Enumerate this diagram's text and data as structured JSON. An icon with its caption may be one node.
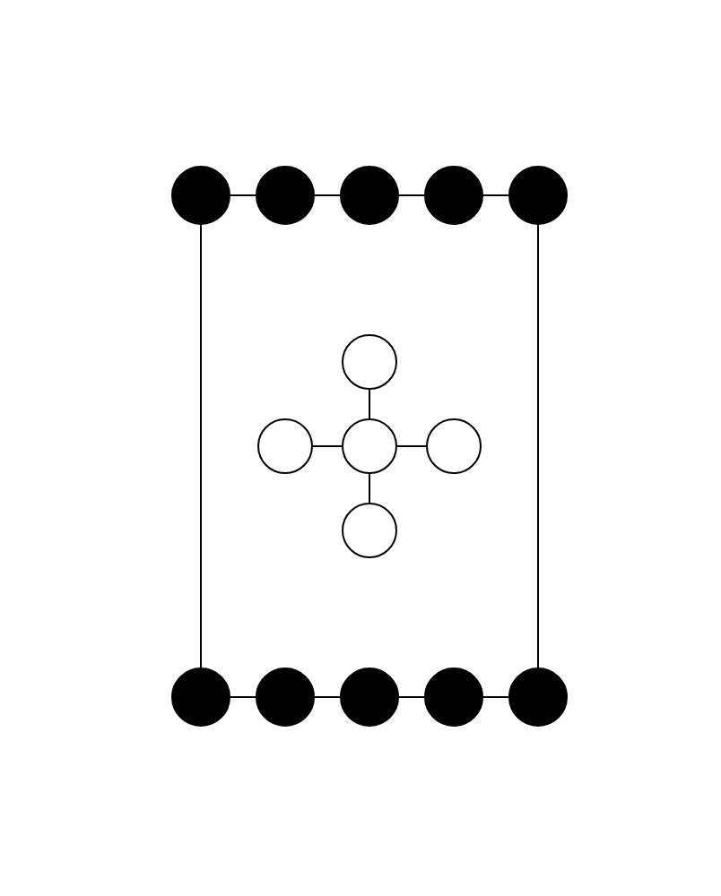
{
  "diagram": {
    "nodes": [
      {
        "text": [],
        "shape": "circle"
      },
      {
        "text": [],
        "shape": "circle"
      },
      {
        "text": [],
        "shape": "circle"
      },
      {
        "text": [],
        "shape": "circle"
      },
      {
        "text": [],
        "shape": "circle"
      },
      {
        "text": [],
        "shape": "circle"
      },
      {
        "text": [],
        "shape": "circle"
      },
      {
        "text": [],
        "shape": "circle"
      },
      {
        "text": [],
        "shape": "circle"
      },
      {
        "text": [],
        "shape": "circle"
      },
      {
        "text": [],
        "shape": "circle"
      },
      {
        "text": [],
        "shape": "circle"
      },
      {
        "text": [],
        "shape": "circle"
      },
      {
        "text": [],
        "shape": "circle"
      },
      {
        "text": [],
        "shape": "circle"
      }
    ],
    "edges": [
      {
        "from": 0,
        "to": 1,
        "arrow": "none"
      },
      {
        "from": 1,
        "to": 2,
        "arrow": "none"
      },
      {
        "from": 2,
        "to": 3,
        "arrow": "none"
      },
      {
        "from": 3,
        "to": 4,
        "arrow": "none"
      },
      {
        "from": 0,
        "to": 10,
        "arrow": "none"
      },
      {
        "from": 4,
        "to": 14,
        "arrow": "none"
      },
      {
        "from": 5,
        "to": 7,
        "arrow": "none"
      },
      {
        "from": 6,
        "to": 7,
        "arrow": "none"
      },
      {
        "from": 7,
        "to": 8,
        "arrow": "none"
      },
      {
        "from": 7,
        "to": 9,
        "arrow": "none"
      },
      {
        "from": 10,
        "to": 11,
        "arrow": "none"
      },
      {
        "from": 11,
        "to": 12,
        "arrow": "none"
      },
      {
        "from": 12,
        "to": 13,
        "arrow": "none"
      },
      {
        "from": 13,
        "to": 14,
        "arrow": "none"
      }
    ]
  }
}
